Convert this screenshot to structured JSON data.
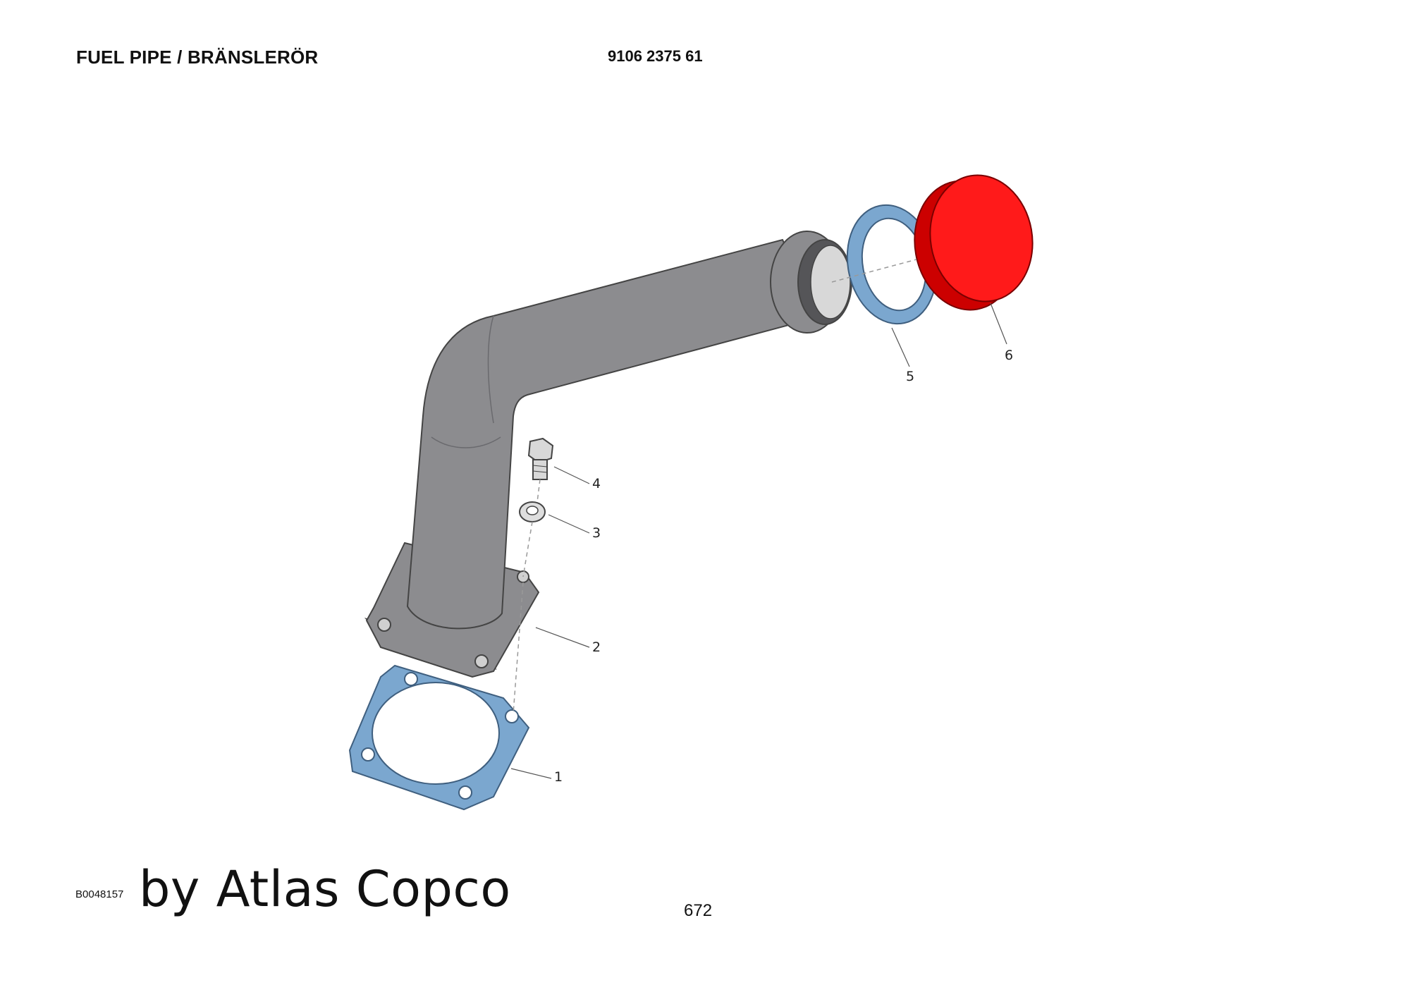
{
  "header": {
    "title": "FUEL PIPE / BRÄNSLERÖR",
    "part_number": "9106 2375 61"
  },
  "callouts": [
    {
      "label": "1",
      "part": "gasket"
    },
    {
      "label": "2",
      "part": "flange-pipe"
    },
    {
      "label": "3",
      "part": "washer"
    },
    {
      "label": "4",
      "part": "bolt"
    },
    {
      "label": "5",
      "part": "ring-seal"
    },
    {
      "label": "6",
      "part": "cap"
    }
  ],
  "footer": {
    "drawing_id": "B0048157",
    "brand": "by Atlas Copco",
    "page_number": "672"
  },
  "colors": {
    "pipe": "#8c8c8f",
    "pipe_outline": "#555555",
    "seal_blue": "#7ba7cf",
    "cap_red": "#ff1a1a",
    "bolt": "#d8d8d8"
  }
}
